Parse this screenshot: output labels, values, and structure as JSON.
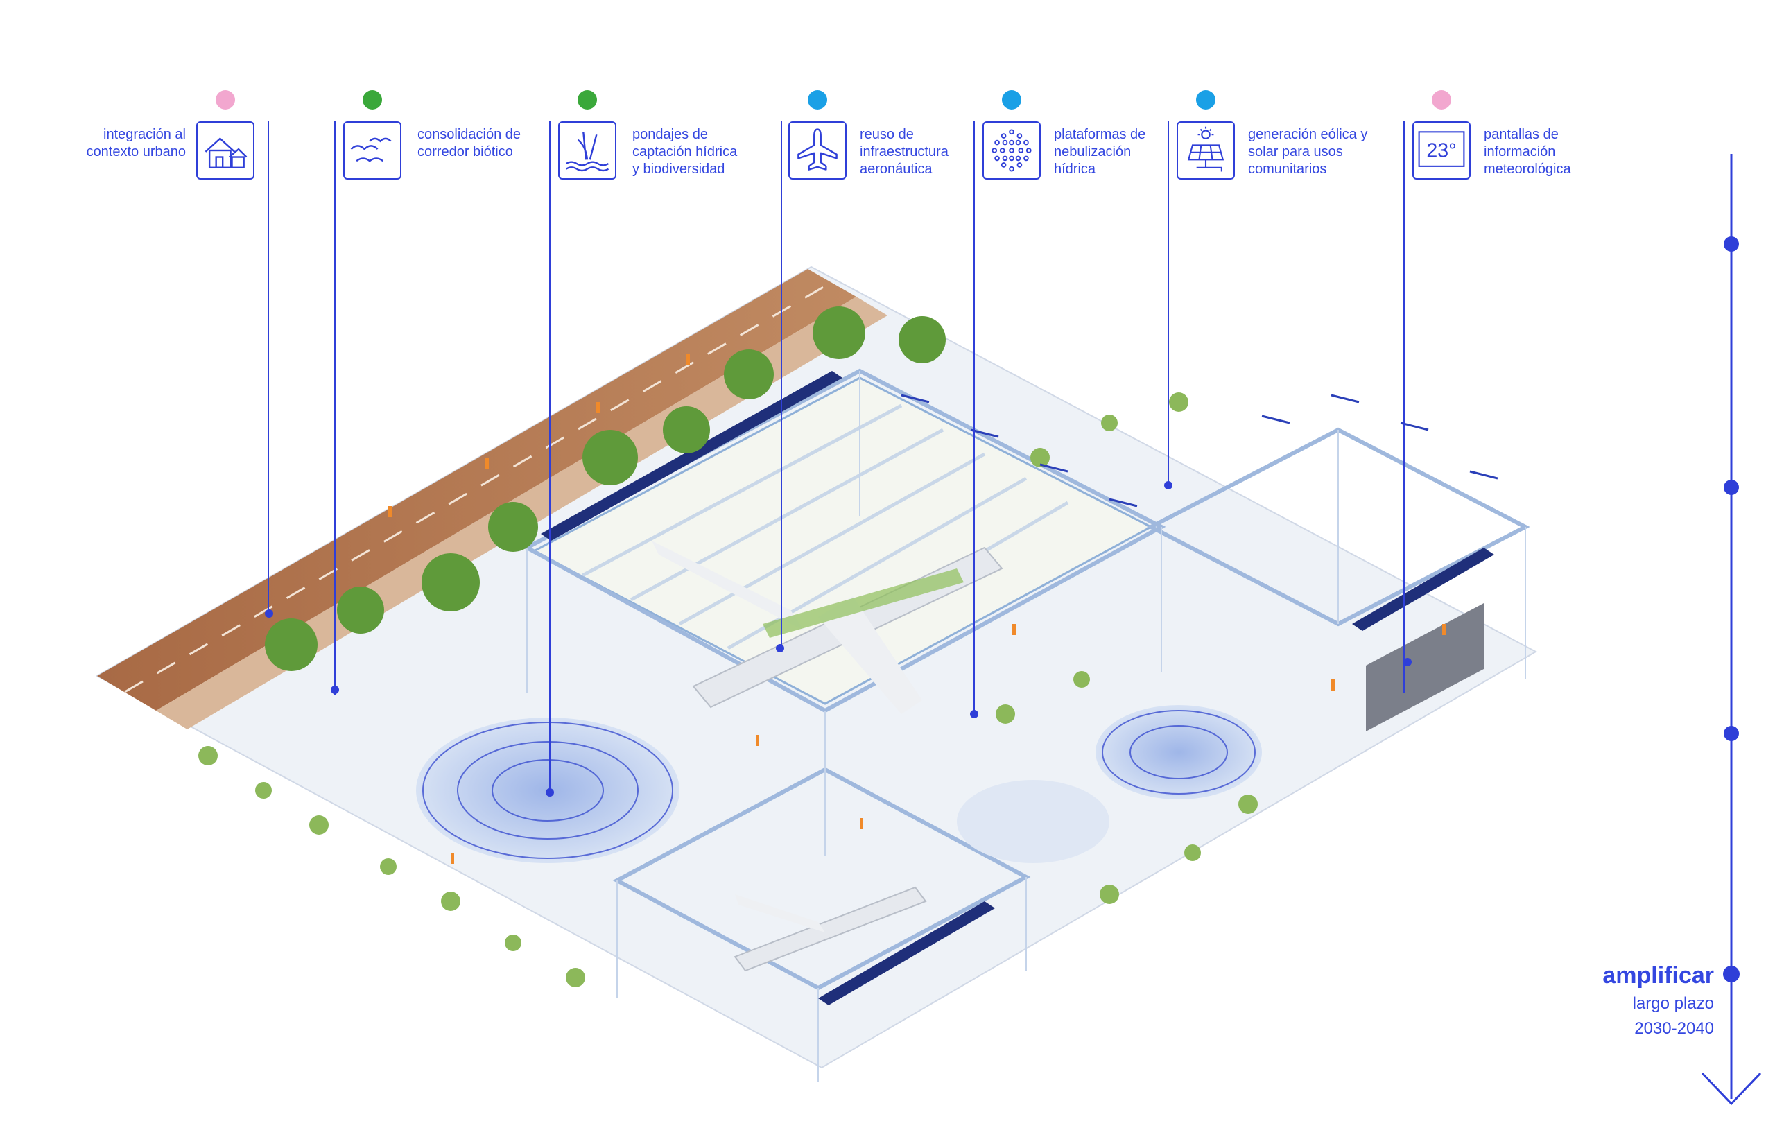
{
  "legend": [
    {
      "id": "urbano",
      "label": "integración al\ncontexto urbano",
      "color": "#f2a7cf",
      "icon": "house-icon"
    },
    {
      "id": "biotico",
      "label": "consolidación de\ncorredor biótico",
      "color": "#3aa83a",
      "icon": "birds-icon"
    },
    {
      "id": "pondajes",
      "label": "pondajes de\ncaptación  hídrica\ny biodiversidad",
      "color": "#3aa83a",
      "icon": "reeds-water-icon"
    },
    {
      "id": "aero",
      "label": "reuso de\ninfraestructura\naeronáutica",
      "color": "#1aa0e6",
      "icon": "airplane-icon"
    },
    {
      "id": "nebul",
      "label": "plataformas de\nnebulización\nhídrica",
      "color": "#1aa0e6",
      "icon": "mist-dots-icon"
    },
    {
      "id": "energia",
      "label": "generación  eólica  y\nsolar para usos\ncomunitarios",
      "color": "#1aa0e6",
      "icon": "solar-panel-icon"
    },
    {
      "id": "meteo",
      "label": "pantallas de\ninformación\nmeteorológica",
      "color": "#f2a7cf",
      "icon": "temperature-display-icon",
      "display": "23°"
    }
  ],
  "timeline": {
    "title": "amplificar",
    "subtitle": "largo plazo",
    "years": "2030-2040",
    "accent": "#2f3fd8"
  }
}
